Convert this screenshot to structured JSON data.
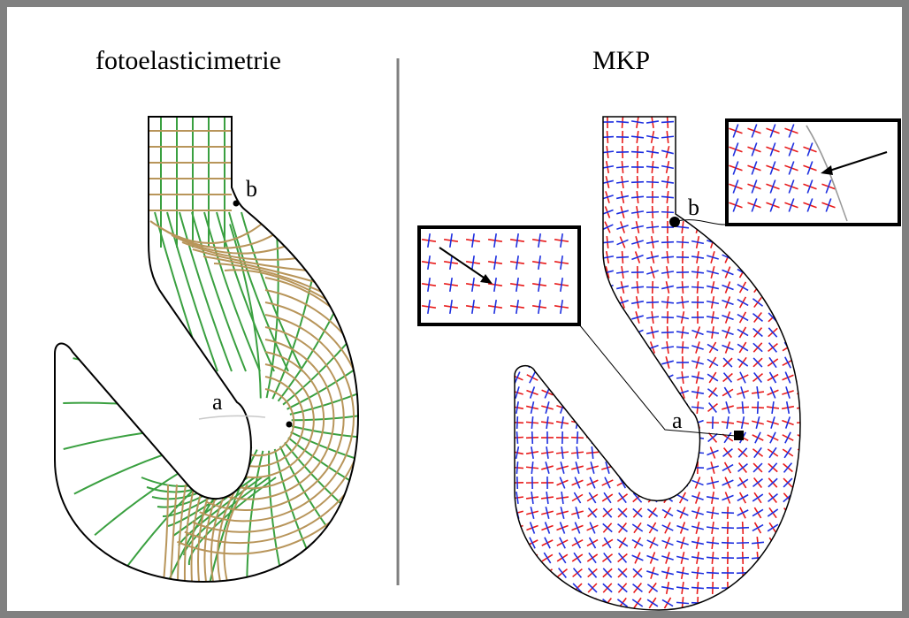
{
  "titles": {
    "left": "fotoelasticimetrie",
    "right": "MKP"
  },
  "labels": {
    "a": "a",
    "b": "b"
  },
  "colors": {
    "frame": "#808080",
    "divider": "#808080",
    "photo_trajectory_1": "#3aa040",
    "photo_trajectory_2": "#b8955a",
    "fem_stress_1": "#e81b1b",
    "fem_stress_2": "#1e2fe0",
    "outline": "#000000"
  }
}
